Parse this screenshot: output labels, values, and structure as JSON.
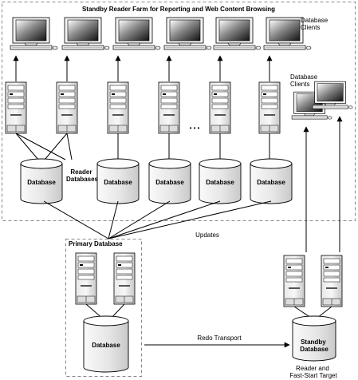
{
  "labels": {
    "farm_title": "Standby Reader Farm for Reporting and Web Content Browsing",
    "db_clients_top": [
      "Database",
      "Clients"
    ],
    "db_clients_right": [
      "Database",
      "Clients"
    ],
    "reader_databases": [
      "Reader",
      "Databases"
    ],
    "database": "Database",
    "ellipsis": "• • •",
    "updates": "Updates",
    "primary_database": "Primary Database",
    "redo_transport": "Redo Transport",
    "standby_database": [
      "Standby",
      "Database"
    ],
    "reader_fsft": [
      "Reader and",
      "Fast-Start Target"
    ]
  }
}
